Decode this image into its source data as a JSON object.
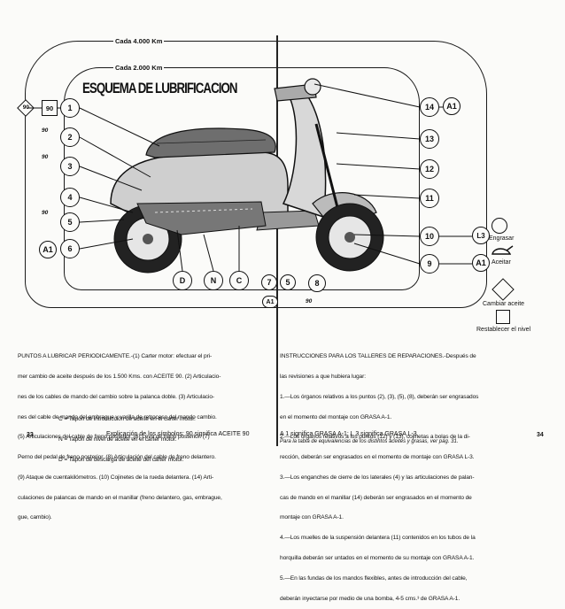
{
  "diagram": {
    "title": "ESQUEMA DE LUBRIFICACION",
    "intervals": {
      "outer": "Cada 4.000 Km",
      "inner": "Cada 2.000 Km"
    },
    "left_markers": {
      "diamond": "90",
      "square": "90",
      "can": "90",
      "circle_a1": "A1"
    },
    "points_left": [
      "1",
      "2",
      "3",
      "4",
      "5",
      "6"
    ],
    "points_bottom": [
      "D",
      "N",
      "C",
      "7",
      "5",
      "8"
    ],
    "bottom_markers": {
      "a1": "A1",
      "can": "90"
    },
    "points_right": [
      "14",
      "13",
      "12",
      "11",
      "10",
      "9"
    ],
    "right_markers": {
      "a1_top": "A1",
      "l3": "L3",
      "a1_bottom": "A1"
    }
  },
  "legend": {
    "grease": "Engrasar",
    "oil": "Aceitar",
    "change_oil": "Cambiar aceite",
    "restore_level": "Restablecer el nivel"
  },
  "left_text": {
    "lines": [
      "PUNTOS A LUBRICAR PERIODICAMENTE.-(1) Carter motor: efectuar el pri-",
      "mer cambio de aceite después de los 1.500 Kms. con ACEITE 90. (2) Articulacio-",
      "nes de los cables de mando del cambio sobre la palanca doble. (3) Articulacio-",
      "nes del cable de mando del embrague y varilla de retroceso del mando cambio.",
      "(5) Articulaciones del cable de freno posterior. (6) Leva de freno posterior. (7)",
      "Perno del pedal de freno posterior. (8) Articulación del cable de freno delantero.",
      "(9) Ataque de cuentakilómetros. (10) Cojinetes de la rueda delantera. (14) Arti-",
      "culaciones de palancas de mando en el manillar (freno delantero, gas, embrague,",
      "gue, cambio)."
    ],
    "keys": [
      "C = Tapón de introducción de aceite en el carter motor.",
      "N = Tapón de nivel de aceite en el carter motor.",
      "D = Tapón de descarga de aceite del carter motor."
    ],
    "page_number": "33",
    "footer": "Explicación de los símbolos: 90 significa ACEITE 90"
  },
  "right_text": {
    "lines": [
      "INSTRUCCIONES PARA LOS TALLERES DE REPARACIONES.-Después de",
      "las revisiones a que hubiera lugar:",
      "1.—Los órganos relativos a los puntos (2), (3), (5), (8), deberán ser engrasados",
      "en el momento del montaje con GRASA A-1.",
      "2.—Los órganos relativos a los puntos (12) y (13), cojinetas a bolas de la di-",
      "rección, deberán ser engrasados en el momento de montaje con GRASA L-3.",
      "3.—Los enganches de cierre de los laterales (4) y las articulaciones de palan-",
      "cas de mando en el manillar (14) deberán ser engrasados en el momento de",
      "montaje con GRASA A-1.",
      "4.—Los muelles de la suspensión delantera (11) contenidos en los tubos de la",
      "horquilla deberán ser untados en el momento de su montaje con GRASA A-1.",
      "5.—En las fundas de los mandos flexibles, antes de introducción del cable,",
      "deberán inyectarse por medio de una bomba, 4-5 cms.³ de GRASA A-1."
    ],
    "footer": "A 1 significa GRASA A-1; L 3 significa GRASA L-3.",
    "note": "Para la tabla de equivalencias de los distintos aceites y grasas, ver pág. 31.",
    "page_number": "34"
  }
}
